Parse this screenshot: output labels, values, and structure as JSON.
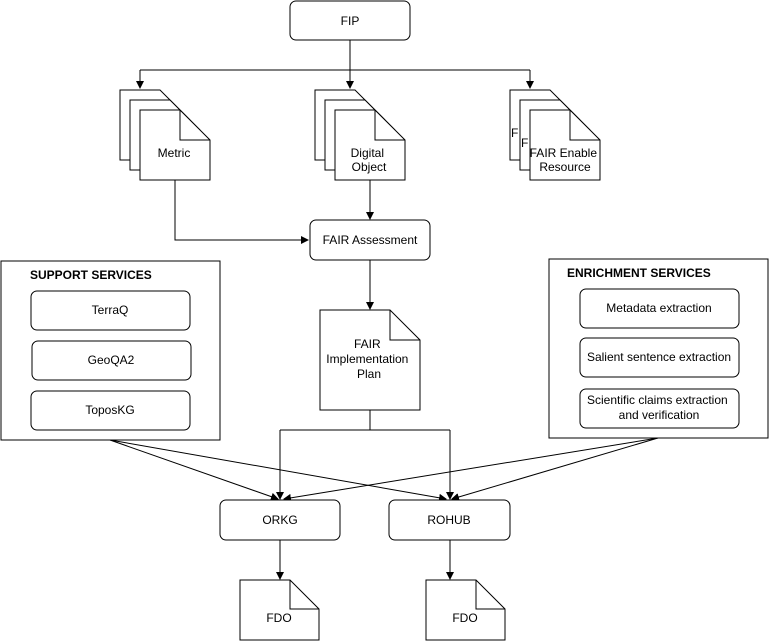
{
  "nodes": {
    "fip": "FIP",
    "metric": "Metric",
    "digital_object": [
      "Digital",
      "Object"
    ],
    "fair_enable_resource": [
      "FAIR Enable",
      "Resource"
    ],
    "fair_enable_peek1": "F",
    "fair_enable_peek2": "F",
    "fair_assessment": "FAIR Assessment",
    "fair_implementation_plan": [
      "FAIR",
      "Implementation",
      "Plan"
    ],
    "orkg": "ORKG",
    "rohub": "ROHUB",
    "fdo_left": "FDO",
    "fdo_right": "FDO"
  },
  "support_services": {
    "title": "SUPPORT SERVICES",
    "items": [
      "TerraQ",
      "GeoQA2",
      "ToposKG"
    ]
  },
  "enrichment_services": {
    "title": "ENRICHMENT SERVICES",
    "items": [
      [
        "Metadata extraction"
      ],
      [
        "Salient sentence extraction"
      ],
      [
        "Scientific claims extraction",
        "and verification"
      ]
    ]
  }
}
